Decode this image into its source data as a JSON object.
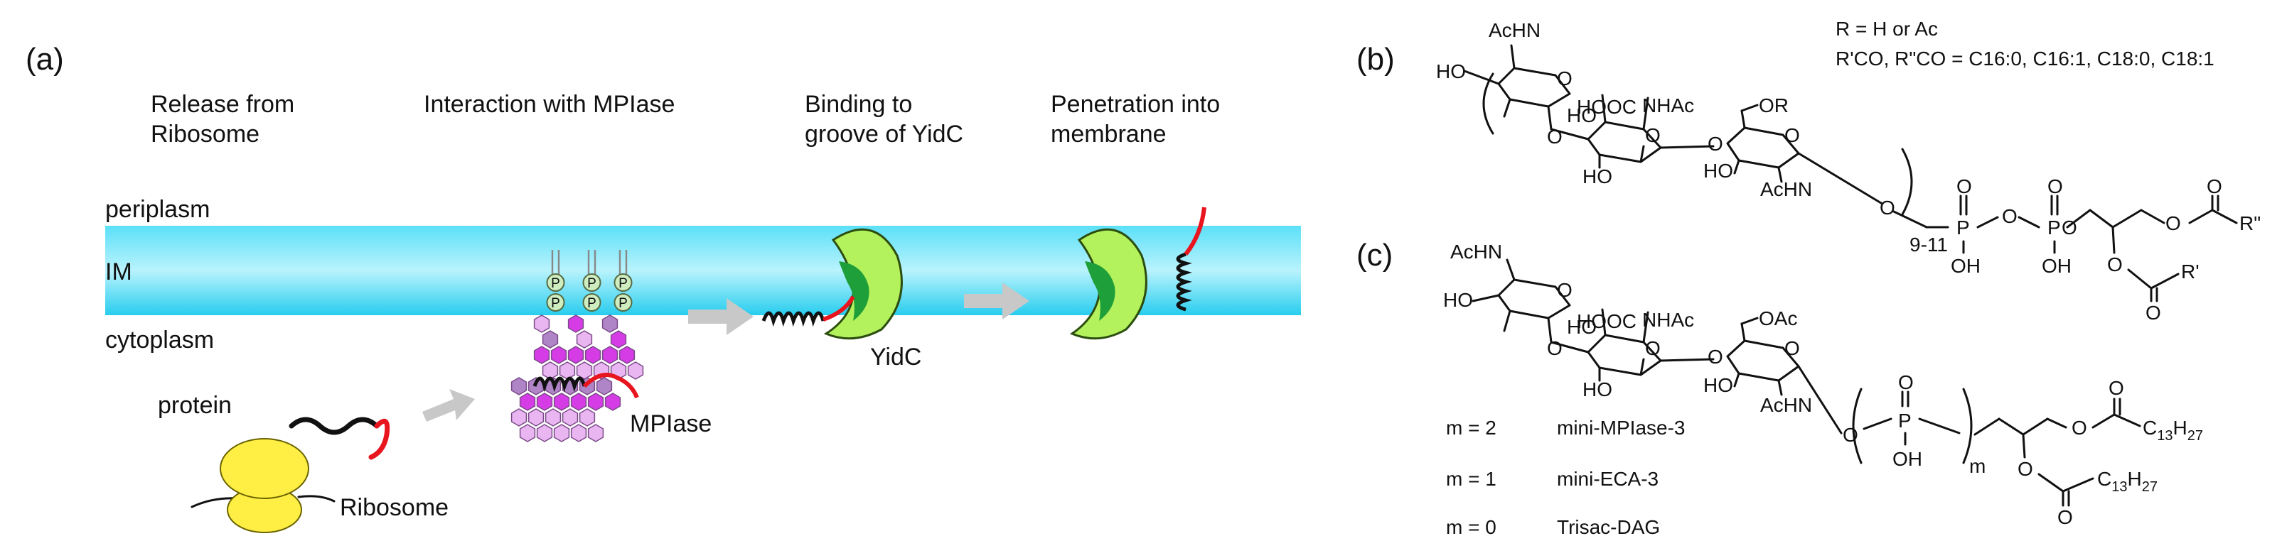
{
  "panel_a": {
    "label": "(a)",
    "steps": {
      "release": [
        "Release from",
        "Ribosome"
      ],
      "interaction": [
        "Interaction with MPIase"
      ],
      "binding": [
        "Binding to",
        "groove of YidC"
      ],
      "penetration": [
        "Penetration into",
        "membrane"
      ]
    },
    "compartments": {
      "periplasm": "periplasm",
      "membrane": "IM",
      "cytoplasm": "cytoplasm"
    },
    "labels": {
      "protein": "protein",
      "ribosome": "Ribosome",
      "mpiase": "MPIase",
      "yidc": "YidC",
      "phosphate": "P"
    },
    "colors": {
      "membrane": "#33d4f4",
      "yidc_light": "#b3f25c",
      "yidc_dark": "#1f9f3a",
      "signal": "#e8141e",
      "ribosome": "#ffee44",
      "arrow": "#c8c8c8",
      "hex_dark": "#d63ce6",
      "hex_mid": "#b085c8",
      "hex_light": "#e9b6f2",
      "phosphate": "#cfeec0"
    }
  },
  "panel_b": {
    "label": "(b)",
    "r_def": "R = H or Ac",
    "acyl_def": "R'CO, R\"CO = C16:0, C16:1, C18:0, C18:1",
    "atoms": {
      "achn_top": "AcHN",
      "ho_left": "HO",
      "ho_sugar1": "HO",
      "hooc": "HOOC",
      "nhac": "NHAc",
      "ho_sugar2": "HO",
      "or": "OR",
      "ho_sugar3": "HO",
      "achn_sugar3": "AcHN",
      "o1": "O",
      "o2": "O",
      "o3": "O",
      "o4": "O",
      "o5": "O",
      "repeat": "9-11",
      "p1": "P",
      "p2": "P",
      "po1": "O",
      "po2": "O",
      "oh1": "OH",
      "oh2": "OH",
      "o_lnk": "O",
      "o_lnk2": "O",
      "o_gly": "O",
      "o_ester": "O",
      "o_carb": "O",
      "r2": "R\"",
      "o_ester2": "O",
      "o_carb2": "O",
      "r1": "R'"
    }
  },
  "panel_c": {
    "label": "(c)",
    "compounds": [
      {
        "m": "m = 2",
        "name": "mini-MPIase-3"
      },
      {
        "m": "m = 1",
        "name": "mini-ECA-3"
      },
      {
        "m": "m = 0",
        "name": "Trisac-DAG"
      }
    ],
    "atoms": {
      "achn_top": "AcHN",
      "ho_left": "HO",
      "ho_sugar1": "HO",
      "hooc": "HOOC",
      "nhac": "NHAc",
      "ho_sugar2": "HO",
      "oac": "OAc",
      "ho_sugar3": "HO",
      "achn_sugar3": "AcHN",
      "o1": "O",
      "o2": "O",
      "o3": "O",
      "o4": "O",
      "o5": "O",
      "p": "P",
      "po": "O",
      "oh": "OH",
      "m": "m",
      "o_lnk": "O",
      "o_ester": "O",
      "o_carb": "O",
      "chain1": "C13H27",
      "o_ester2": "O",
      "o_carb2": "O",
      "chain2": "C13H27"
    }
  }
}
